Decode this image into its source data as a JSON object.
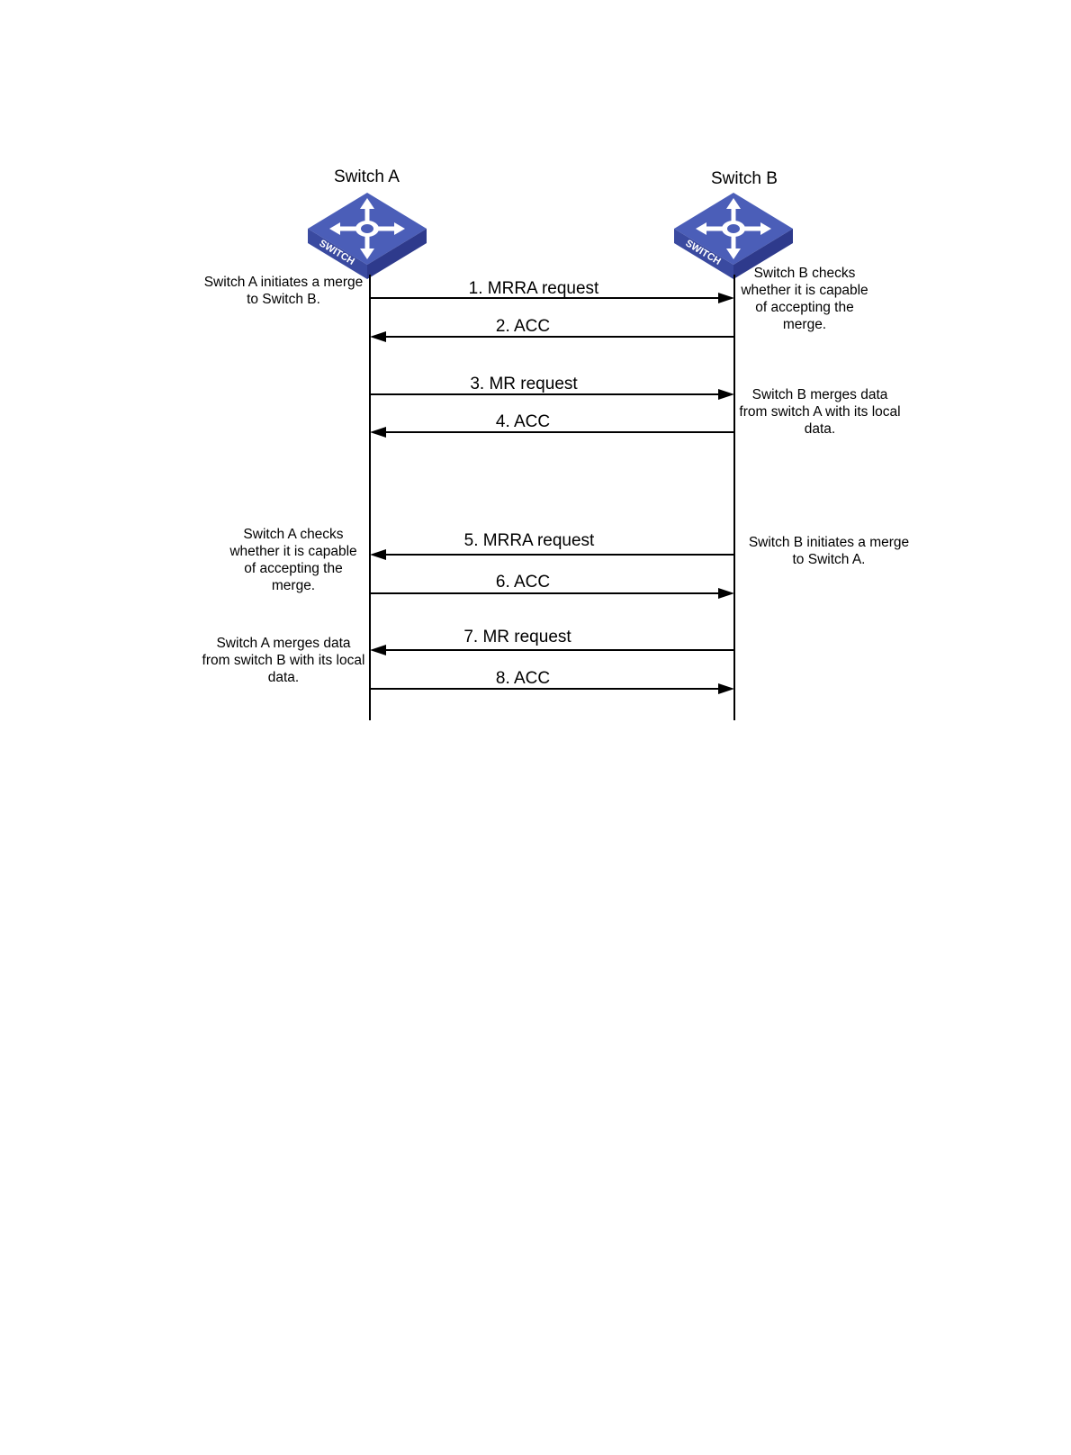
{
  "devices": {
    "a": {
      "name": "Switch A",
      "badge": "SWITCH"
    },
    "b": {
      "name": "Switch B",
      "badge": "SWITCH"
    }
  },
  "messages": [
    {
      "label": "1. MRRA request",
      "direction": "A-to-B"
    },
    {
      "label": "2. ACC",
      "direction": "B-to-A"
    },
    {
      "label": "3. MR request",
      "direction": "A-to-B"
    },
    {
      "label": "4. ACC",
      "direction": "B-to-A"
    },
    {
      "label": "5. MRRA request",
      "direction": "B-to-A"
    },
    {
      "label": "6. ACC",
      "direction": "A-to-B"
    },
    {
      "label": "7. MR request",
      "direction": "B-to-A"
    },
    {
      "label": "8. ACC",
      "direction": "A-to-B"
    }
  ],
  "notes": {
    "a_initiates": "Switch A initiates a merge\nto Switch B.",
    "b_checks": "Switch B checks\nwhether it is capable\nof accepting the\nmerge.",
    "b_merges": "Switch B merges data\nfrom switch A with its local\ndata.",
    "a_checks": "Switch A checks\nwhether it is capable\nof accepting the\nmerge.",
    "b_initiates": "Switch B initiates a merge\nto Switch A.",
    "a_merges": "Switch A merges data\nfrom switch B with its local\ndata."
  },
  "colors": {
    "switch_top": "#4b5eb8",
    "switch_side": "#2e3a8c",
    "switch_arrow": "#ffffff"
  },
  "icons": [
    "switch-icon",
    "switch-icon"
  ]
}
